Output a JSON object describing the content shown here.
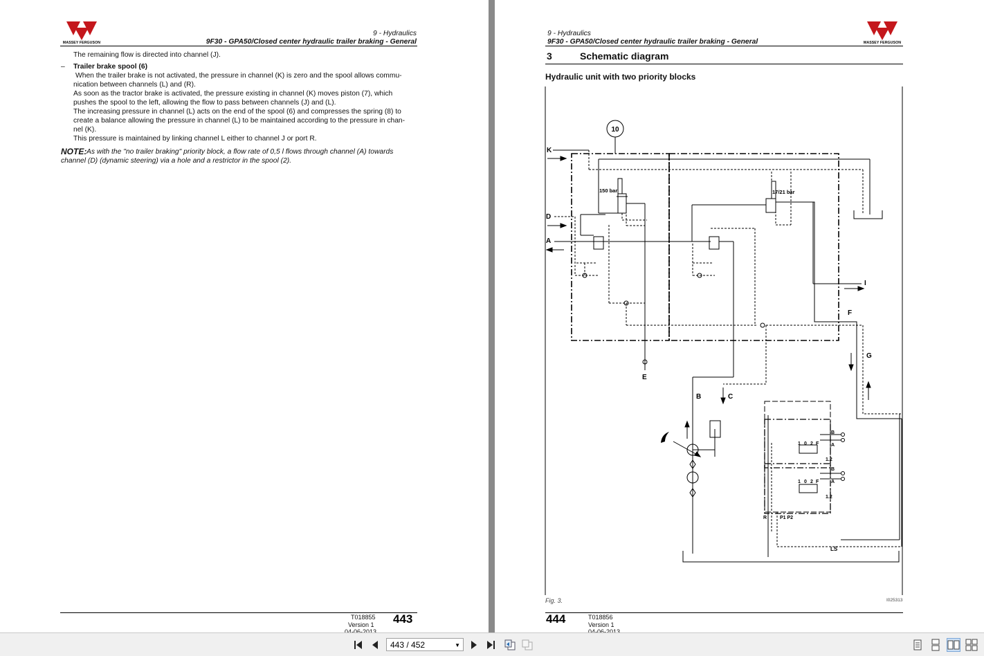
{
  "header": {
    "chapter": "9 - Hydraulics",
    "title": "9F30 - GPA50/Closed center hydraulic trailer braking - General",
    "brand": "MASSEY FERGUSON"
  },
  "left_page": {
    "lines": [
      "The remaining flow is directed into channel (J).",
      "When the trailer brake is not activated, the pressure in channel (K) is zero and the spool allows commu-",
      "nication between channels (L) and (R).",
      "As soon as the tractor brake is activated, the pressure existing in channel (K) moves piston (7), which",
      "pushes the spool to the left, allowing the flow to pass between channels (J) and (L).",
      "The increasing pressure in channel (L) acts on the end of the spool (6) and compresses the spring (8) to",
      "create a balance allowing the pressure in channel (L) to be maintained according to the pressure in chan-",
      "nel (K).",
      "This pressure is maintained by linking channel L either to channel J or port R."
    ],
    "bullet_dash": "–",
    "bullet_title": "Trailer brake spool (6)",
    "note_label": "NOTE:",
    "note_line1": "As with the \"no trailer braking\" priority block, a flow rate of 0,5 l flows through channel (A) towards",
    "note_line2": "channel (D) (dynamic steering) via a hole and a restrictor in the spool (2).",
    "footer_doc": "T018855",
    "footer_version": "Version 1",
    "footer_date": "04-06-2013",
    "page_number": "443"
  },
  "right_page": {
    "section_number": "3",
    "section_title": "Schematic diagram",
    "subtitle": "Hydraulic unit with two priority blocks",
    "fig_caption": "Fig. 3.",
    "fig_id": "I025313",
    "footer_doc": "T018856",
    "footer_version": "Version 1",
    "footer_date": "04-06-2013",
    "page_number": "444",
    "diagram_labels": {
      "callout": "10",
      "K": "K",
      "D": "D",
      "A": "A",
      "E": "E",
      "B": "B",
      "C": "C",
      "I": "I",
      "F": "F",
      "G": "G",
      "LS": "LS",
      "p150": "150 bar",
      "p1721": "17/21 bar",
      "B1": "B",
      "A1": "A",
      "B2": "B",
      "A2": "A",
      "n1": "1",
      "n0": "0",
      "n2": "2",
      "nF": "F",
      "n12": "1.2",
      "R": "R",
      "P1P2": "P1 P2"
    }
  },
  "toolbar": {
    "page_indicator": "443 / 452"
  }
}
